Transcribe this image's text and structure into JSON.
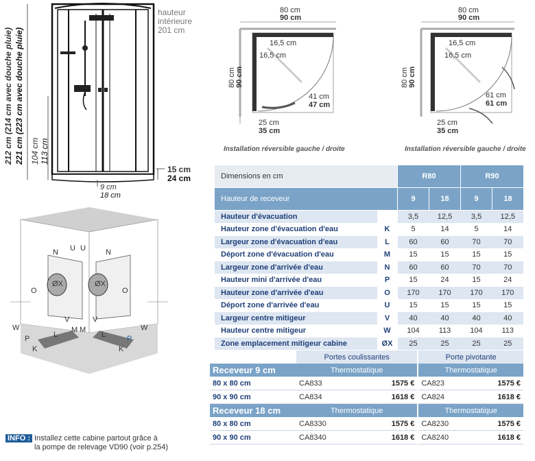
{
  "shower_elevation": {
    "interior_height": [
      "hauteur",
      "intérieure",
      "201 cm"
    ],
    "height_212": "212 cm (214 cm avec douche pluie)",
    "height_221": "221 cm (223 cm avec douche pluie)",
    "height_104": "104 cm",
    "height_113": "113 cm",
    "base_15": "15 cm",
    "base_24": "24 cm",
    "drain_9": "9 cm",
    "drain_18": "18 cm"
  },
  "plan_left": {
    "w80": "80 cm",
    "w90": "90 cm",
    "d80": "80 cm",
    "d90": "90 cm",
    "o1": "16,5 cm",
    "o2": "16,5 cm",
    "door41": "41 cm",
    "door47": "47 cm",
    "b25": "25 cm",
    "b35": "35 cm",
    "caption": "Installation réversible gauche / droite"
  },
  "plan_right": {
    "w80": "80 cm",
    "w90": "90 cm",
    "d80": "80 cm",
    "d90": "90 cm",
    "o1": "16,5 cm",
    "o2": "16,5 cm",
    "door61a": "61 cm",
    "door61b": "61 cm",
    "b25": "25 cm",
    "b35": "35 cm",
    "caption": "Installation réversible gauche / droite"
  },
  "wall_diagram": {
    "letters": [
      "N",
      "U",
      "N",
      "U",
      "ØX",
      "ØX",
      "V",
      "V",
      "M",
      "M",
      "L",
      "L",
      "W",
      "W",
      "P",
      "P",
      "K",
      "K",
      "O",
      "O"
    ]
  },
  "dims_table": {
    "header": "Dimensions en cm",
    "group_r80": "R80",
    "group_r90": "R90",
    "receveur_label": "Hauteur de receveur",
    "receveur_values": [
      "9",
      "18",
      "9",
      "18"
    ],
    "rows": [
      {
        "label": "Hauteur d'évacuation",
        "letter": "",
        "values": [
          "3,5",
          "12,5",
          "3,5",
          "12,5"
        ]
      },
      {
        "label": "Hauteur zone d'évacuation d'eau",
        "letter": "K",
        "values": [
          "5",
          "14",
          "5",
          "14"
        ]
      },
      {
        "label": "Largeur zone d'évacuation d'eau",
        "letter": "L",
        "values": [
          "60",
          "60",
          "70",
          "70"
        ]
      },
      {
        "label": "Déport zone d'évacuation d'eau",
        "letter": "M",
        "values": [
          "15",
          "15",
          "15",
          "15"
        ]
      },
      {
        "label": "Largeur zone d'arrivée d'eau",
        "letter": "N",
        "values": [
          "60",
          "60",
          "70",
          "70"
        ]
      },
      {
        "label": "Hauteur mini d'arrivée d'eau",
        "letter": "P",
        "values": [
          "15",
          "24",
          "15",
          "24"
        ]
      },
      {
        "label": "Hauteur zone d'arrivée d'eau",
        "letter": "O",
        "values": [
          "170",
          "170",
          "170",
          "170"
        ]
      },
      {
        "label": "Déport zone d'arrivée d'eau",
        "letter": "U",
        "values": [
          "15",
          "15",
          "15",
          "15"
        ]
      },
      {
        "label": "Largeur centre mitigeur",
        "letter": "V",
        "values": [
          "40",
          "40",
          "40",
          "40"
        ]
      },
      {
        "label": "Hauteur centre mitigeur",
        "letter": "W",
        "values": [
          "104",
          "113",
          "104",
          "113"
        ]
      },
      {
        "label": "Zone emplacement mitigeur cabine",
        "letter": "ØX",
        "values": [
          "25",
          "25",
          "25",
          "25"
        ]
      }
    ]
  },
  "price_table": {
    "col1": "Portes coulissantes",
    "col2": "Porte pivotante",
    "sections": [
      {
        "title": "Receveur 9 cm",
        "sub1": "Thermostatique",
        "sub2": "Thermostatique",
        "rows": [
          {
            "size": "80 x 80 cm",
            "code1": "CA833",
            "price1": "1575 €",
            "code2": "CA823",
            "price2": "1575 €"
          },
          {
            "size": "90 x 90 cm",
            "code1": "CA834",
            "price1": "1618 €",
            "code2": "CA824",
            "price2": "1618 €"
          }
        ]
      },
      {
        "title": "Receveur 18 cm",
        "sub1": "Thermostatique",
        "sub2": "Thermostatique",
        "rows": [
          {
            "size": "80 x 80 cm",
            "code1": "CA8330",
            "price1": "1575 €",
            "code2": "CA8230",
            "price2": "1575 €"
          },
          {
            "size": "90 x 90 cm",
            "code1": "CA8340",
            "price1": "1618 €",
            "code2": "CA8240",
            "price2": "1618 €"
          }
        ]
      }
    ]
  },
  "info": {
    "tag": "INFO :",
    "line1": "Installez cette cabine partout grâce à",
    "line2": "la pompe de relevage VD90 (voir p.254)"
  }
}
